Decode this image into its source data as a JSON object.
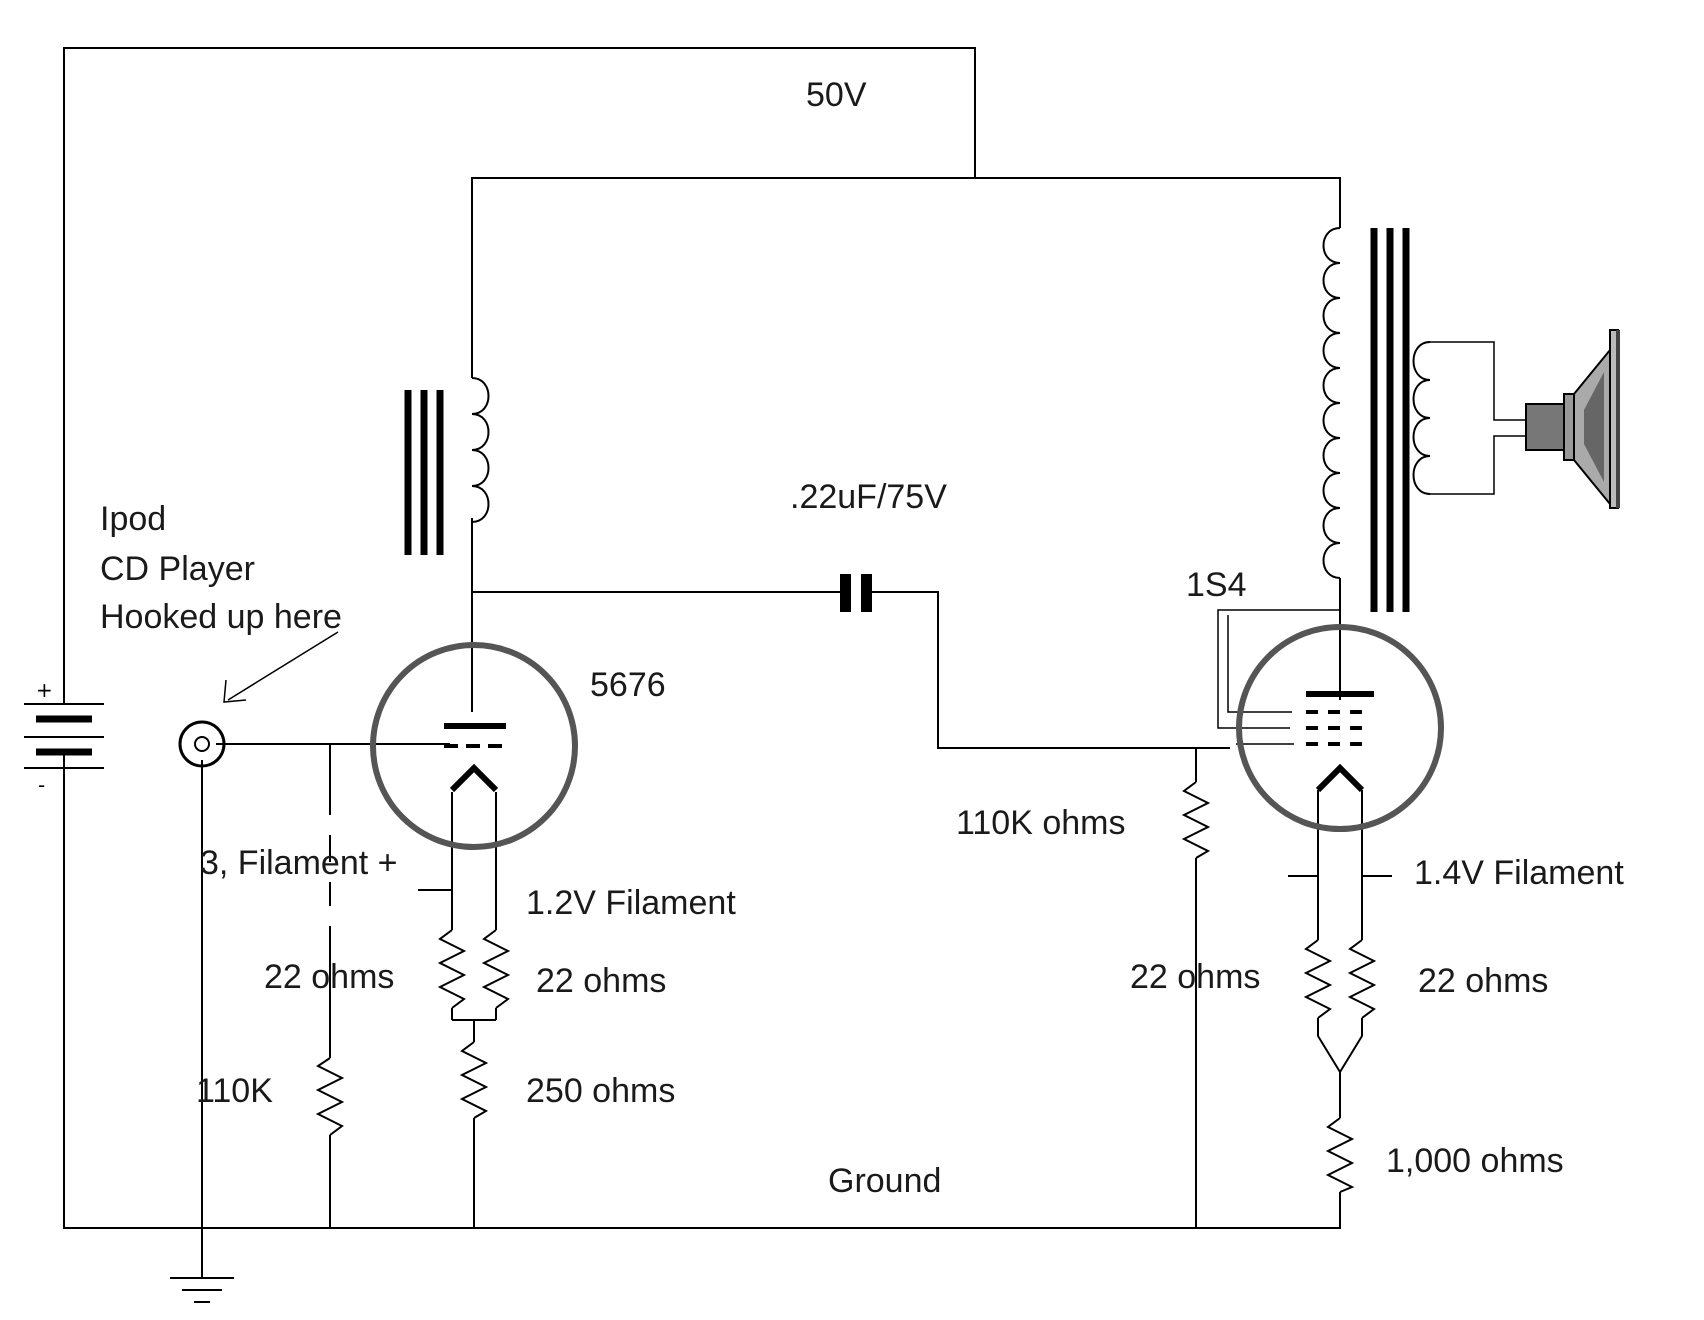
{
  "labels": {
    "supply_voltage": "50V",
    "coupling_cap": ".22uF/75V",
    "source_line1": "Ipod",
    "source_line2": "CD Player",
    "source_line3": "Hooked up here",
    "tube1": "5676",
    "tube2": "1S4",
    "filament_note": "3, Filament +",
    "filament1": "1.2V Filament",
    "filament2": "1.4V Filament",
    "r_fil1_left": "22 ohms",
    "r_fil1_right": "22 ohms",
    "r_cathode1": "250 ohms",
    "r_grid1": "110K",
    "r_grid2": "110K ohms",
    "r_fil2_left": "22 ohms",
    "r_fil2_right": "22 ohms",
    "r_cathode2": "1,000 ohms",
    "ground": "Ground",
    "battery_plus": "+",
    "battery_minus": "-"
  },
  "colors": {
    "wire": "#000000",
    "tube_envelope": "#555555",
    "background": "#ffffff"
  },
  "icons": {
    "battery": "battery-icon",
    "jack": "audio-jack-icon",
    "ground": "ground-symbol-icon",
    "speaker": "speaker-icon"
  }
}
